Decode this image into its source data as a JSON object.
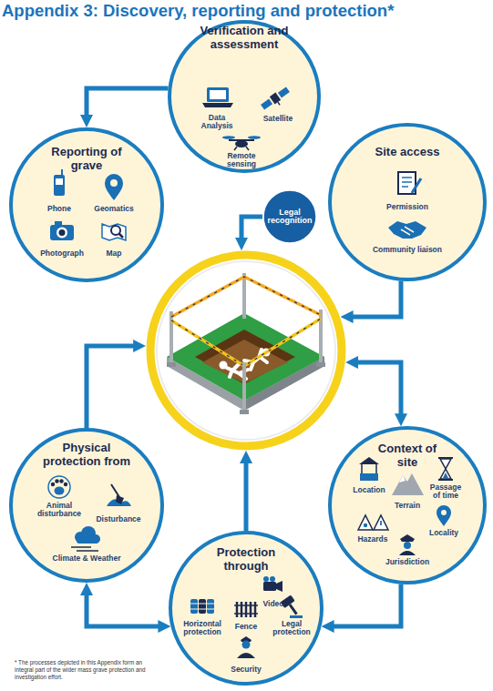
{
  "diagram": {
    "title": "Appendix 3: Discovery, reporting and protection*",
    "nodes": [
      {
        "text": [
          "Verification and assessment",
          "Data Analysis",
          "Satellite",
          "Remote sensing"
        ]
      },
      {
        "text": [
          "Reporting of grave",
          "Phone",
          "Geomatics",
          "Photograph",
          "Map"
        ]
      },
      {
        "text": [
          "Legal recognition"
        ]
      },
      {
        "text": [
          "Site access",
          "Permission",
          "Community liaison"
        ]
      },
      {
        "text": []
      },
      {
        "text": [
          "Physical protection from",
          "Animal disturbance",
          "Disturbance",
          "Climate & Weather"
        ]
      },
      {
        "text": [
          "Context of site",
          "Location",
          "Terrain",
          "Passage of time",
          "Hazards",
          "Locality",
          "Jurisdiction"
        ]
      },
      {
        "text": [
          "Protection through",
          "Video",
          "Horizontal protection",
          "Fence",
          "Legal protection",
          "Security"
        ]
      }
    ],
    "edges": [
      {
        "from": 0,
        "to": 1,
        "arrow": "to"
      },
      {
        "from": 2,
        "to": 4,
        "arrow": "to"
      },
      {
        "from": 3,
        "to": 4,
        "arrow": "to"
      },
      {
        "from": 4,
        "to": 6,
        "arrow": "both"
      },
      {
        "from": 6,
        "to": 7,
        "arrow": "to"
      },
      {
        "from": 7,
        "to": 4,
        "arrow": "to"
      },
      {
        "from": 7,
        "to": 5,
        "arrow": "both"
      },
      {
        "from": 5,
        "to": 4,
        "arrow": "to"
      }
    ],
    "labels": [
      "* The processes depicted in this Appendix form an integral part of the wider mass grave protection and investigation effort."
    ]
  }
}
